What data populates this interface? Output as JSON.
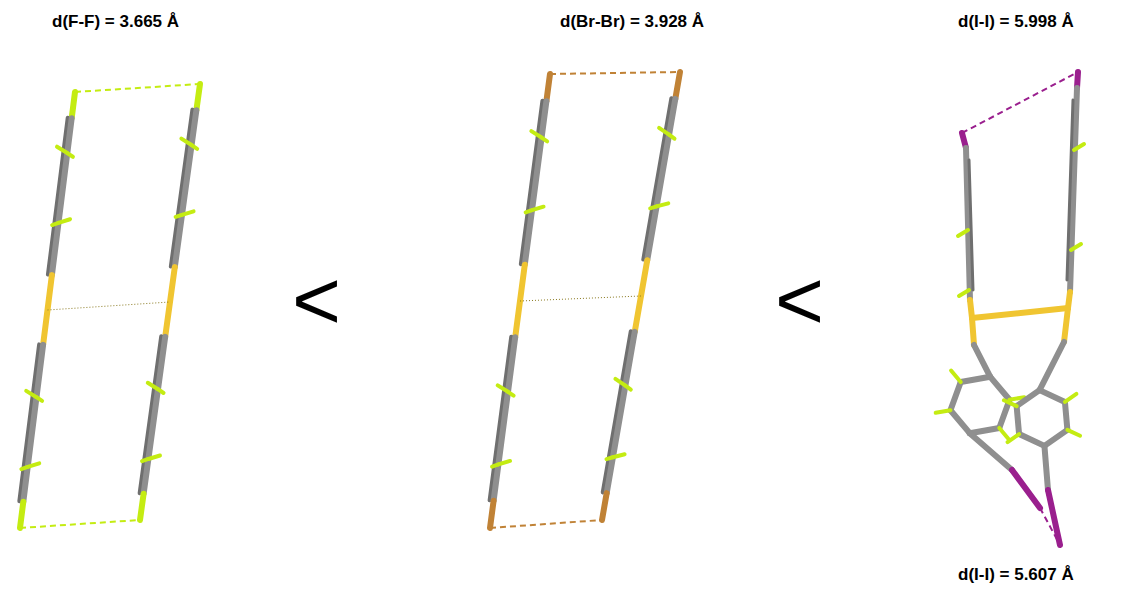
{
  "diagram": {
    "labels": [
      "d(F-F) = 3.665 Å",
      "d(Br-Br) = 3.928 Å",
      "d(I-I) = 5.998 Å",
      "<",
      "<",
      "d(I-I) = 5.607 Å"
    ]
  }
}
